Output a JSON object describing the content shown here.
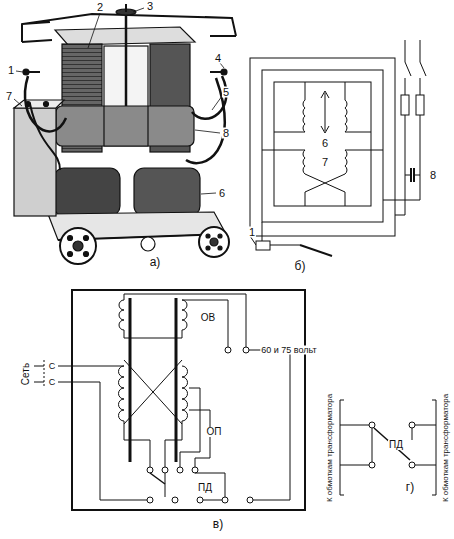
{
  "diagram": {
    "labels": [
      "2",
      "3",
      "1",
      "4",
      "5",
      "8",
      "6",
      "7",
      "а)",
      "6",
      "7",
      "8",
      "1",
      "б)",
      "ОВ",
      "60 и 75 вольт",
      "Сеть",
      "С",
      "С",
      "ОП",
      "ПД",
      "в)",
      "К обмоткам трансформатора",
      "ПД",
      "К обмоткам трансформатора",
      "г)"
    ]
  }
}
